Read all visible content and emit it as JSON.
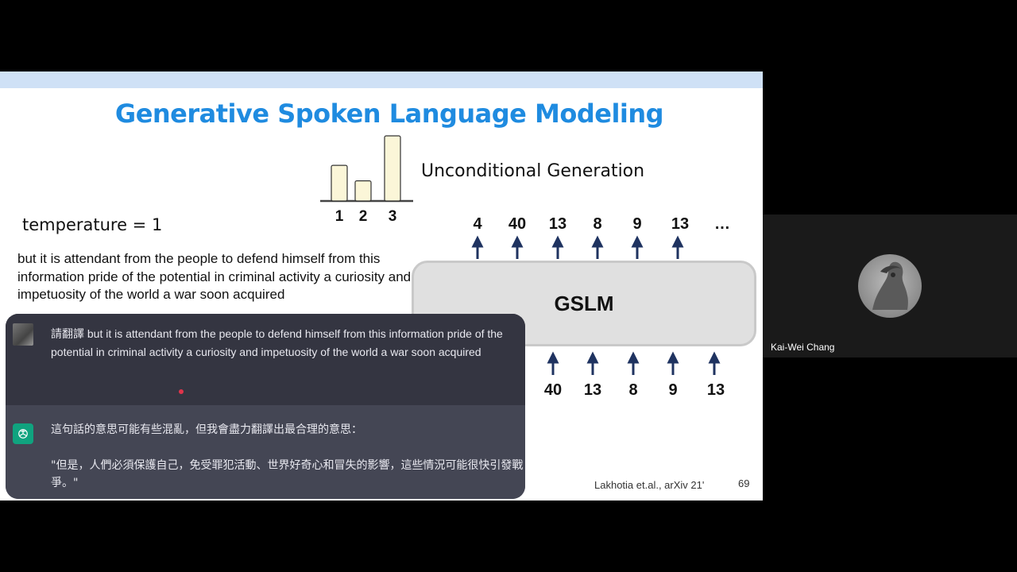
{
  "slide": {
    "title": "Generative Spoken Language Modeling",
    "unconditional_label": "Unconditional Generation",
    "temperature_label": "temperature = 1",
    "sample_text": "but it is attendant from the people to defend himself from this information pride of the potential in criminal activity a curiosity and impetuosity of the world a war soon acquired",
    "model_label": "GSLM",
    "output_tokens": [
      "4",
      "40",
      "13",
      "8",
      "9",
      "13",
      "…"
    ],
    "input_tokens": [
      "40",
      "13",
      "8",
      "9",
      "13"
    ],
    "citation": "Lakhotia et.al., arXiv 21'",
    "page_number": "69"
  },
  "chart_data": {
    "type": "bar",
    "categories": [
      "1",
      "2",
      "3"
    ],
    "values": [
      2.3,
      1.3,
      4.2
    ],
    "title": "",
    "xlabel": "",
    "ylabel": ""
  },
  "chat": {
    "user_message": "請翻譯 but it is attendant from the people to defend himself from this information pride of the potential in criminal activity a curiosity and impetuosity of the world a war soon acquired",
    "assistant_line1": "這句話的意思可能有些混亂，但我會盡力翻譯出最合理的意思：",
    "assistant_line2": "\"但是，人們必須保護自己，免受罪犯活動、世界好奇心和冒失的影響，這些情況可能很快引發戰爭。\"",
    "page_indicator": "69"
  },
  "participant": {
    "name": "Kai-Wei Chang"
  },
  "colors": {
    "title": "#1f8be0",
    "bar_fill": "#fbf6d8",
    "arrow": "#1f3360",
    "gpt_green": "#10a37f"
  }
}
